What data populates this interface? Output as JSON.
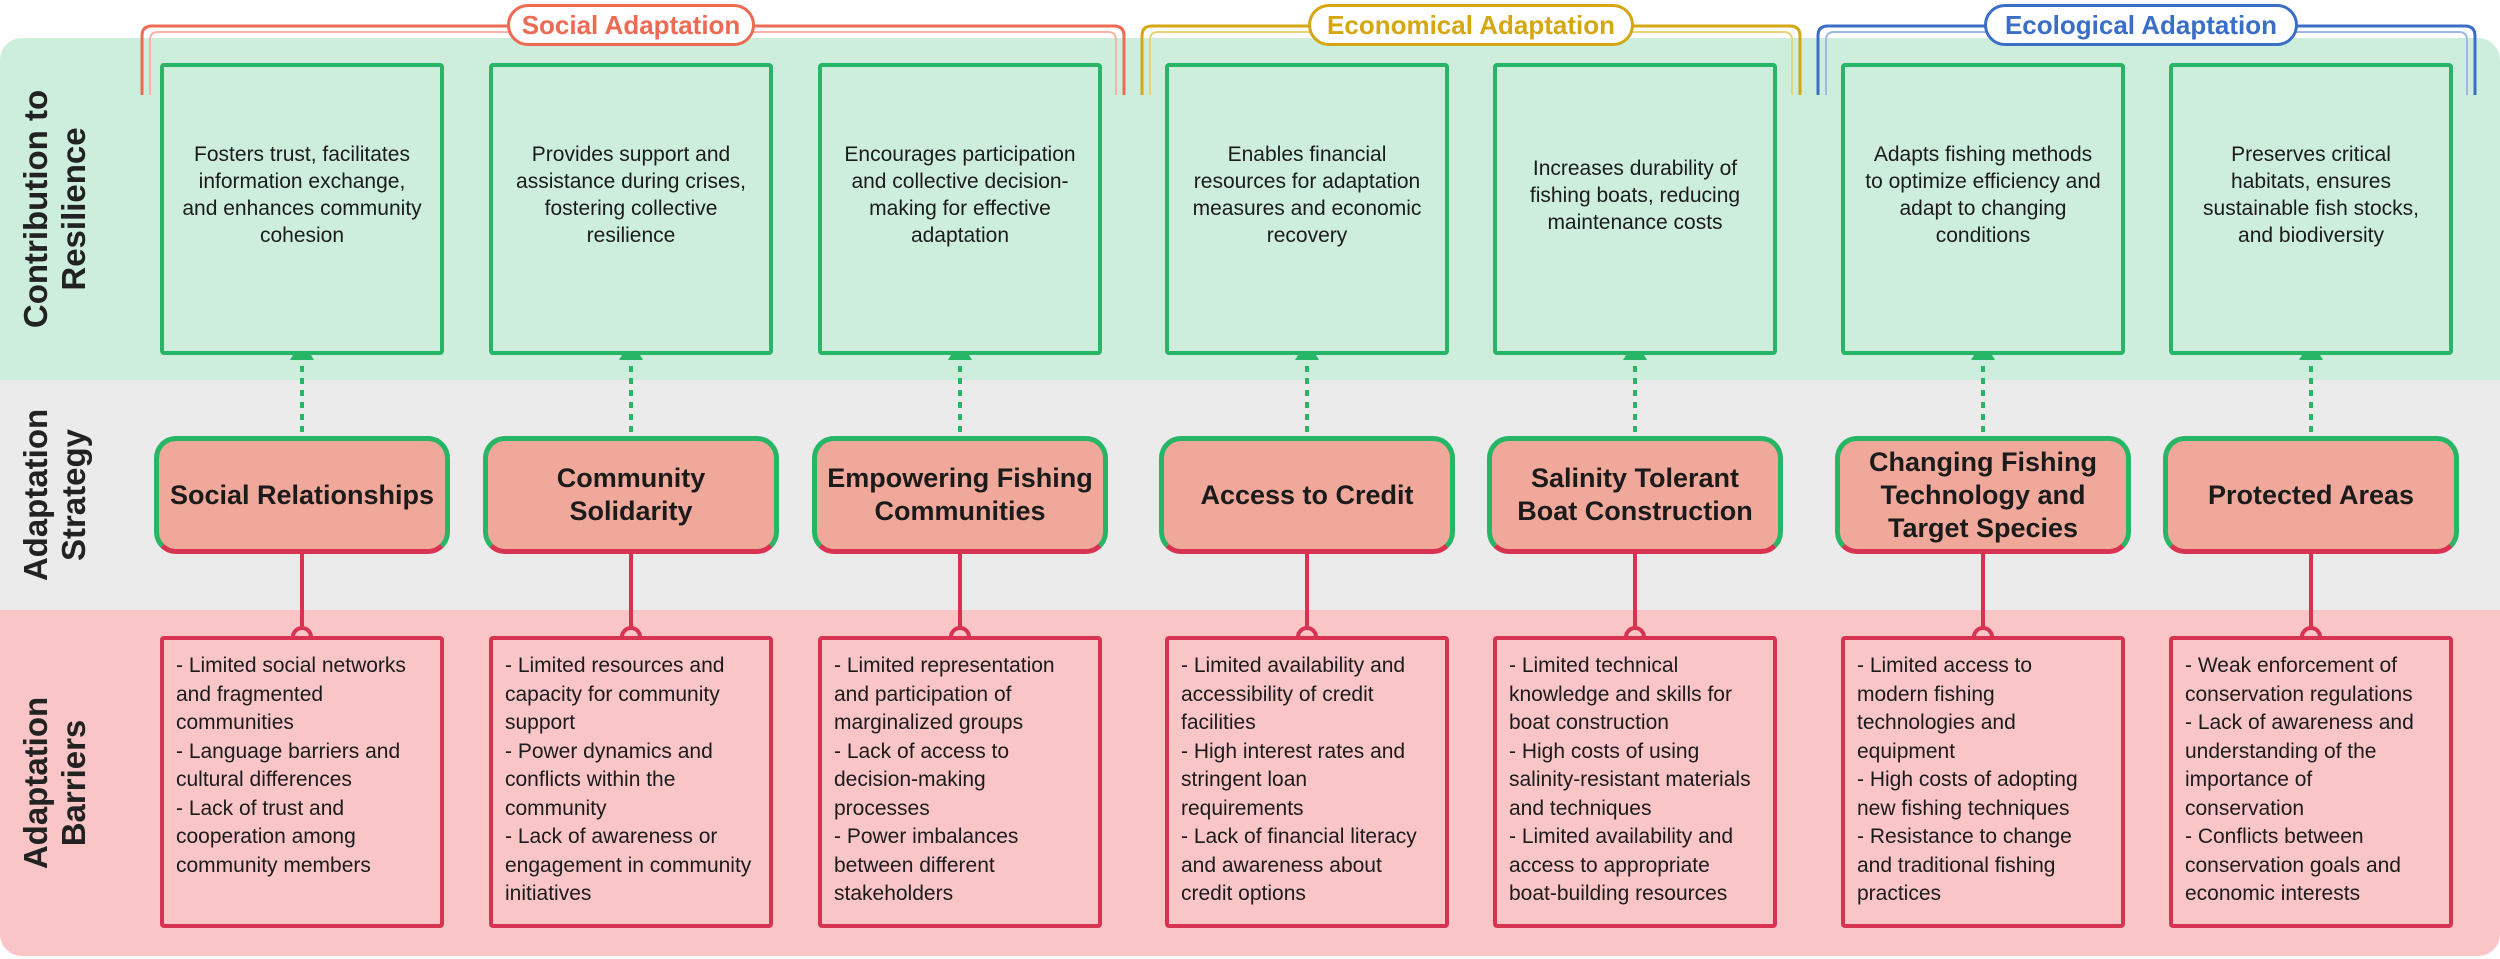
{
  "row_labels": {
    "contribution": "Contribution to\nResilience",
    "strategy": "Adaptation\nStrategy",
    "barriers": "Adaptation\nBarriers"
  },
  "groups": {
    "social": "Social Adaptation",
    "economical": "Economical Adaptation",
    "ecological": "Ecological Adaptation"
  },
  "colors": {
    "green": "#27b666",
    "red": "#d93352",
    "social": "#ef6a53",
    "economical": "#d5a712",
    "ecological": "#3b6fc7"
  },
  "columns": [
    {
      "contribution": "Fosters trust, facilitates information exchange, and enhances community cohesion",
      "strategy": "Social Relationships",
      "barriers": "- Limited social networks and fragmented communities\n- Language barriers and cultural differences\n- Lack of trust and cooperation among community members"
    },
    {
      "contribution": "Provides support and assistance during crises, fostering collective resilience",
      "strategy": "Community Solidarity",
      "barriers": "- Limited resources and capacity for community support\n- Power dynamics and conflicts within the community\n- Lack of awareness or engagement in community initiatives"
    },
    {
      "contribution": "Encourages participation and collective decision-making for effective adaptation",
      "strategy": "Empowering Fishing Communities",
      "barriers": "- Limited representation and participation of marginalized groups\n- Lack of access to decision-making processes\n- Power imbalances between different stakeholders"
    },
    {
      "contribution": "Enables financial resources for adaptation measures and economic recovery",
      "strategy": "Access to Credit",
      "barriers": "- Limited availability and accessibility of credit facilities\n- High interest rates and stringent loan requirements\n- Lack of financial literacy and awareness about credit options"
    },
    {
      "contribution": "Increases durability of fishing boats, reducing maintenance costs",
      "strategy": "Salinity Tolerant Boat Construction",
      "barriers": "- Limited technical knowledge and skills for boat construction\n- High costs of using salinity-resistant materials and techniques\n- Limited availability and access to appropriate boat-building resources"
    },
    {
      "contribution": "Adapts fishing methods to optimize efficiency and adapt to changing conditions",
      "strategy": "Changing Fishing Technology and Target Species",
      "barriers": "- Limited access to modern fishing technologies and equipment\n- High costs of adopting new fishing techniques\n- Resistance to change and traditional fishing practices"
    },
    {
      "contribution": "Preserves critical habitats, ensures sustainable fish stocks, and biodiversity",
      "strategy": "Protected Areas",
      "barriers": "- Weak enforcement of conservation regulations\n- Lack of awareness and understanding of the importance of conservation\n- Conflicts between conservation goals and economic interests"
    }
  ]
}
